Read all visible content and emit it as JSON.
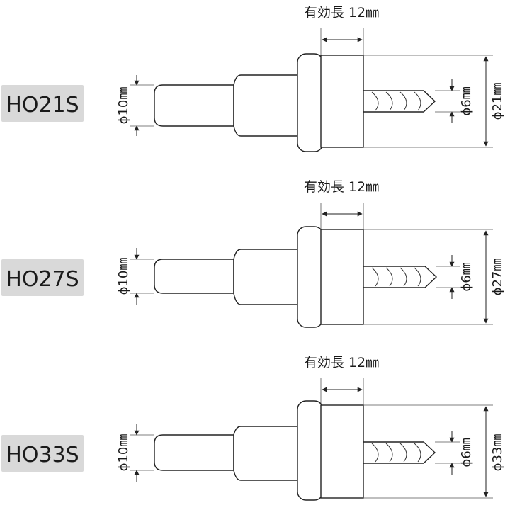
{
  "colors": {
    "line": "#222222",
    "model_label_background": "#d9d9d9",
    "background": "#ffffff"
  },
  "models": [
    {
      "id": "HO21S",
      "label": "HO21S",
      "effective_length_label": "有効長 12㎜",
      "shank_diameter_label": "ϕ10㎜",
      "pilot_drill_diameter_label": "ϕ6㎜",
      "cutter_diameter_label": "ϕ21㎜"
    },
    {
      "id": "HO27S",
      "label": "HO27S",
      "effective_length_label": "有効長 12㎜",
      "shank_diameter_label": "ϕ10㎜",
      "pilot_drill_diameter_label": "ϕ6㎜",
      "cutter_diameter_label": "ϕ27㎜"
    },
    {
      "id": "HO33S",
      "label": "HO33S",
      "effective_length_label": "有効長 12㎜",
      "shank_diameter_label": "ϕ10㎜",
      "pilot_drill_diameter_label": "ϕ6㎜",
      "cutter_diameter_label": "ϕ33㎜"
    }
  ]
}
